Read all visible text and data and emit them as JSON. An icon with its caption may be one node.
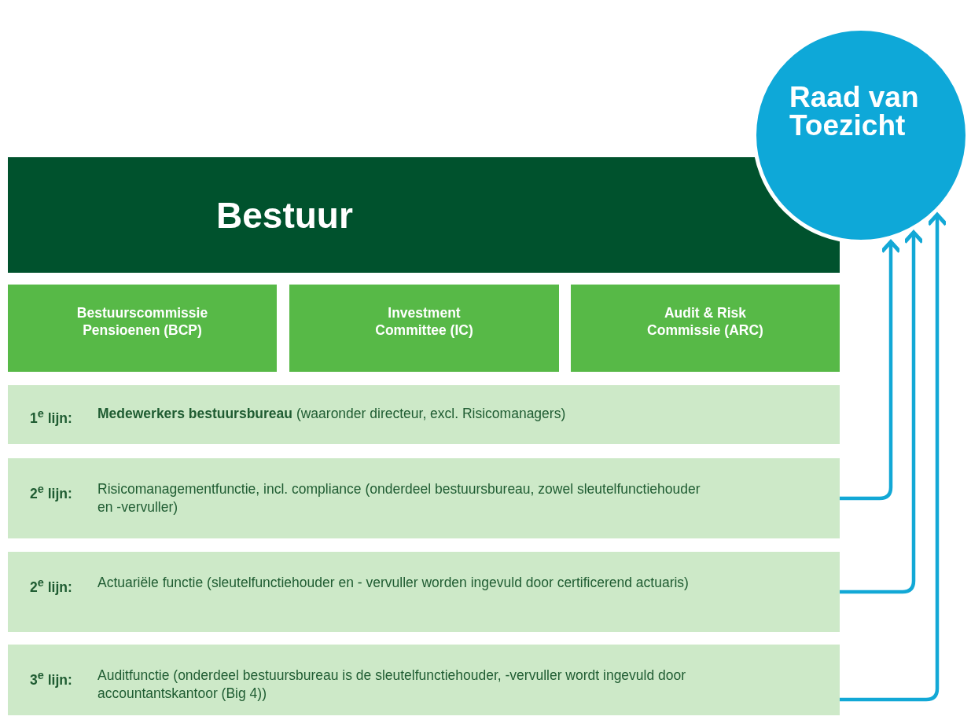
{
  "diagram": {
    "nodes": [
      {
        "text": [
          "Raad van Toezicht"
        ]
      },
      {
        "text": [
          "Bestuur"
        ]
      },
      {
        "text": [
          "Bestuurscommissie Pensioenen (BCP)"
        ]
      },
      {
        "text": [
          "Investment Committee (IC)"
        ]
      },
      {
        "text": [
          "Audit & Risk Commissie (ARC)"
        ]
      },
      {
        "text": [
          "1$^{e}$ lijn:",
          "**Medewerkers bestuursbureau** (waaronder directeur, excl. Risicomanagers)"
        ]
      },
      {
        "text": [
          "2$^{e}$ lijn:",
          "Risicomanagementfunctie, incl. compliance (onderdeel bestuursbureau, zowel sleutelfunctiehouder en -vervuller)"
        ]
      },
      {
        "text": [
          "2$^{e}$ lijn:",
          "Actuariële functie (sleutelfunctiehouder en - vervuller worden ingevuld door certificerend actuaris)"
        ]
      },
      {
        "text": [
          "3$^{e}$ lijn:",
          "Auditfunctie (onderdeel bestuursbureau is de sleutelfunctiehouder, -vervuller wordt ingevuld door accountantskantoor (Big 4))"
        ]
      }
    ],
    "edges": [
      {
        "from": 6,
        "to": 0,
        "arrow": "to"
      },
      {
        "from": 7,
        "to": 0,
        "arrow": "to"
      },
      {
        "from": 8,
        "to": 0,
        "arrow": "to"
      }
    ]
  }
}
